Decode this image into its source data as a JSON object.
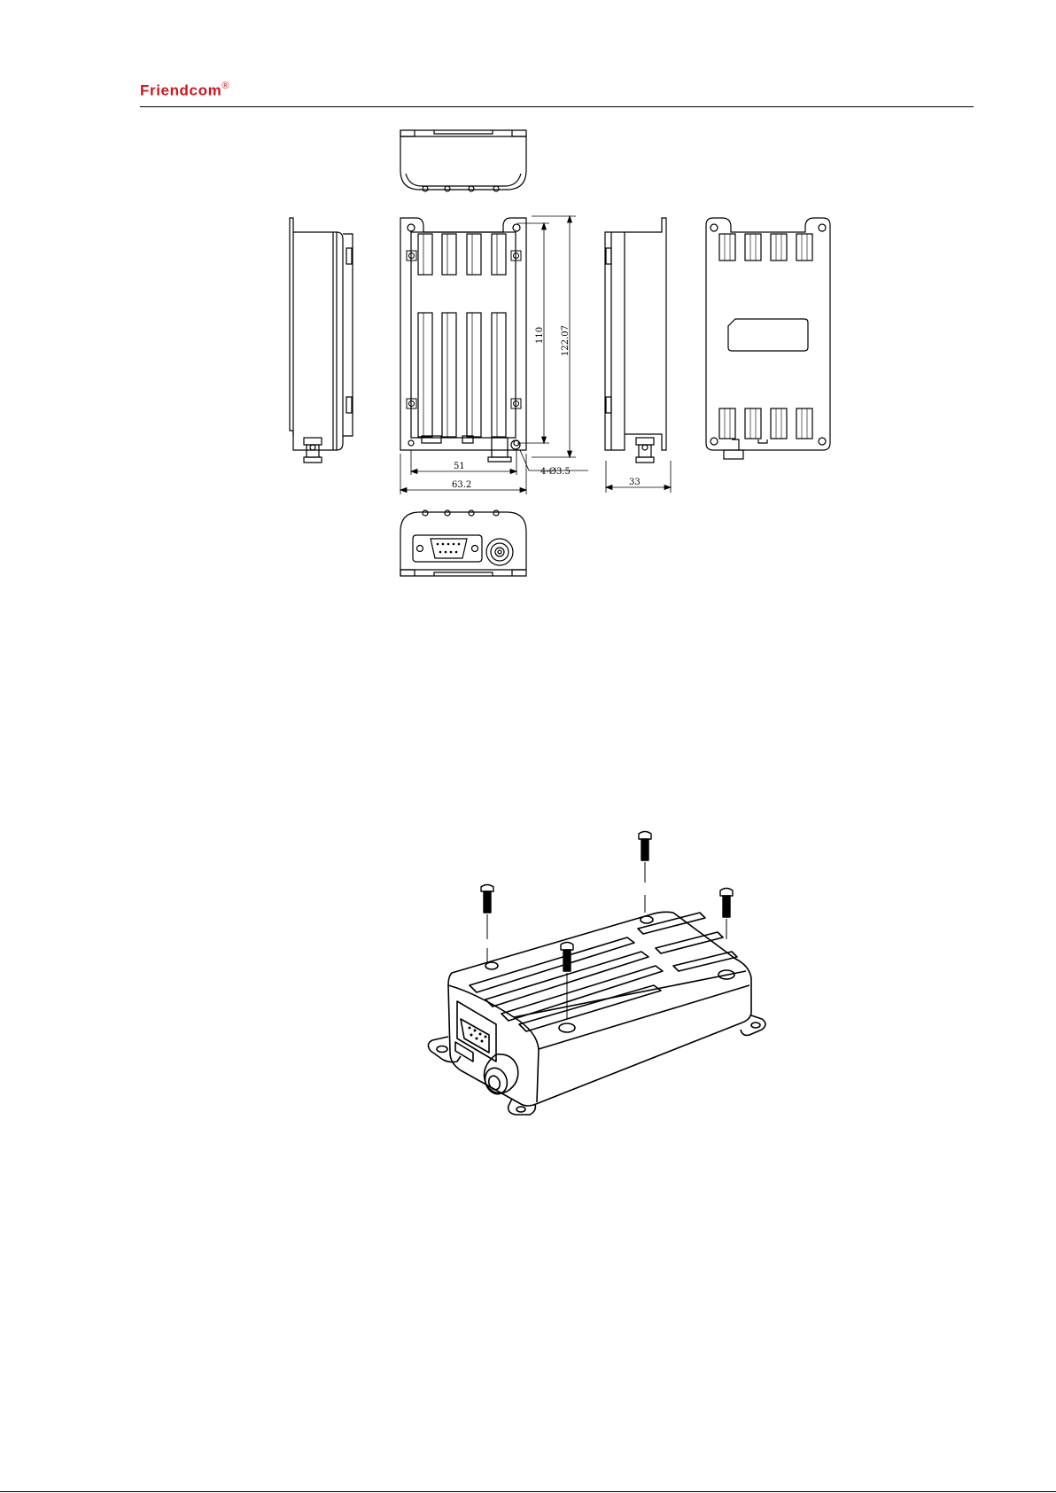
{
  "header": {
    "brand_name": "Friendcom",
    "brand_mark": "®",
    "brand_color": "#d4141c"
  },
  "drawing": {
    "dimensions": {
      "hole_spacing_width": "51",
      "overall_width": "63.2",
      "hole_spacing_length": "110",
      "overall_length": "122.07",
      "depth": "33",
      "mounting_hole": "4-Ø3.5"
    }
  },
  "illustration": {
    "subject": "isometric-enclosure-with-four-screws"
  }
}
